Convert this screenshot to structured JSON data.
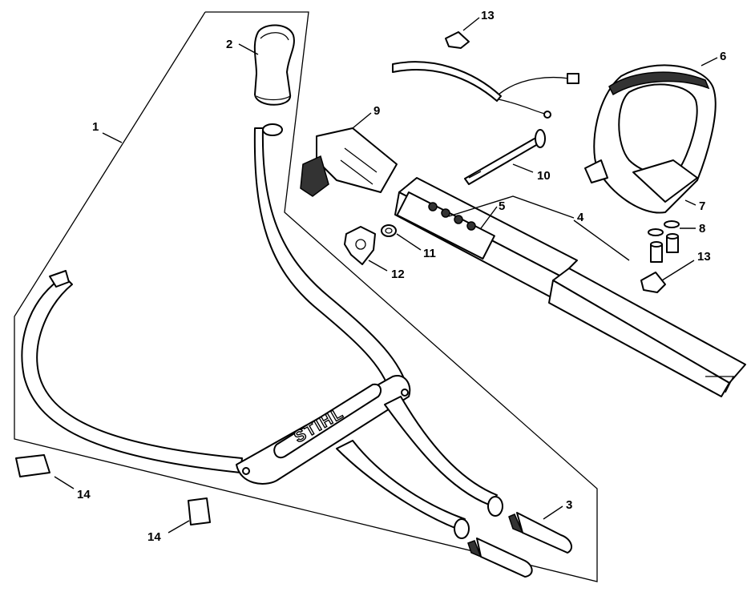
{
  "brand_text": "STIHL",
  "callouts": [
    {
      "id": "1",
      "label": "1"
    },
    {
      "id": "2",
      "label": "2"
    },
    {
      "id": "3",
      "label": "3"
    },
    {
      "id": "4",
      "label": "4"
    },
    {
      "id": "5",
      "label": "5"
    },
    {
      "id": "6",
      "label": "6"
    },
    {
      "id": "7",
      "label": "7"
    },
    {
      "id": "8",
      "label": "8"
    },
    {
      "id": "9",
      "label": "9"
    },
    {
      "id": "10",
      "label": "10"
    },
    {
      "id": "11",
      "label": "11"
    },
    {
      "id": "12",
      "label": "12"
    },
    {
      "id": "13a",
      "label": "13"
    },
    {
      "id": "13b",
      "label": "13"
    },
    {
      "id": "14a",
      "label": "14"
    },
    {
      "id": "14b",
      "label": "14"
    }
  ]
}
